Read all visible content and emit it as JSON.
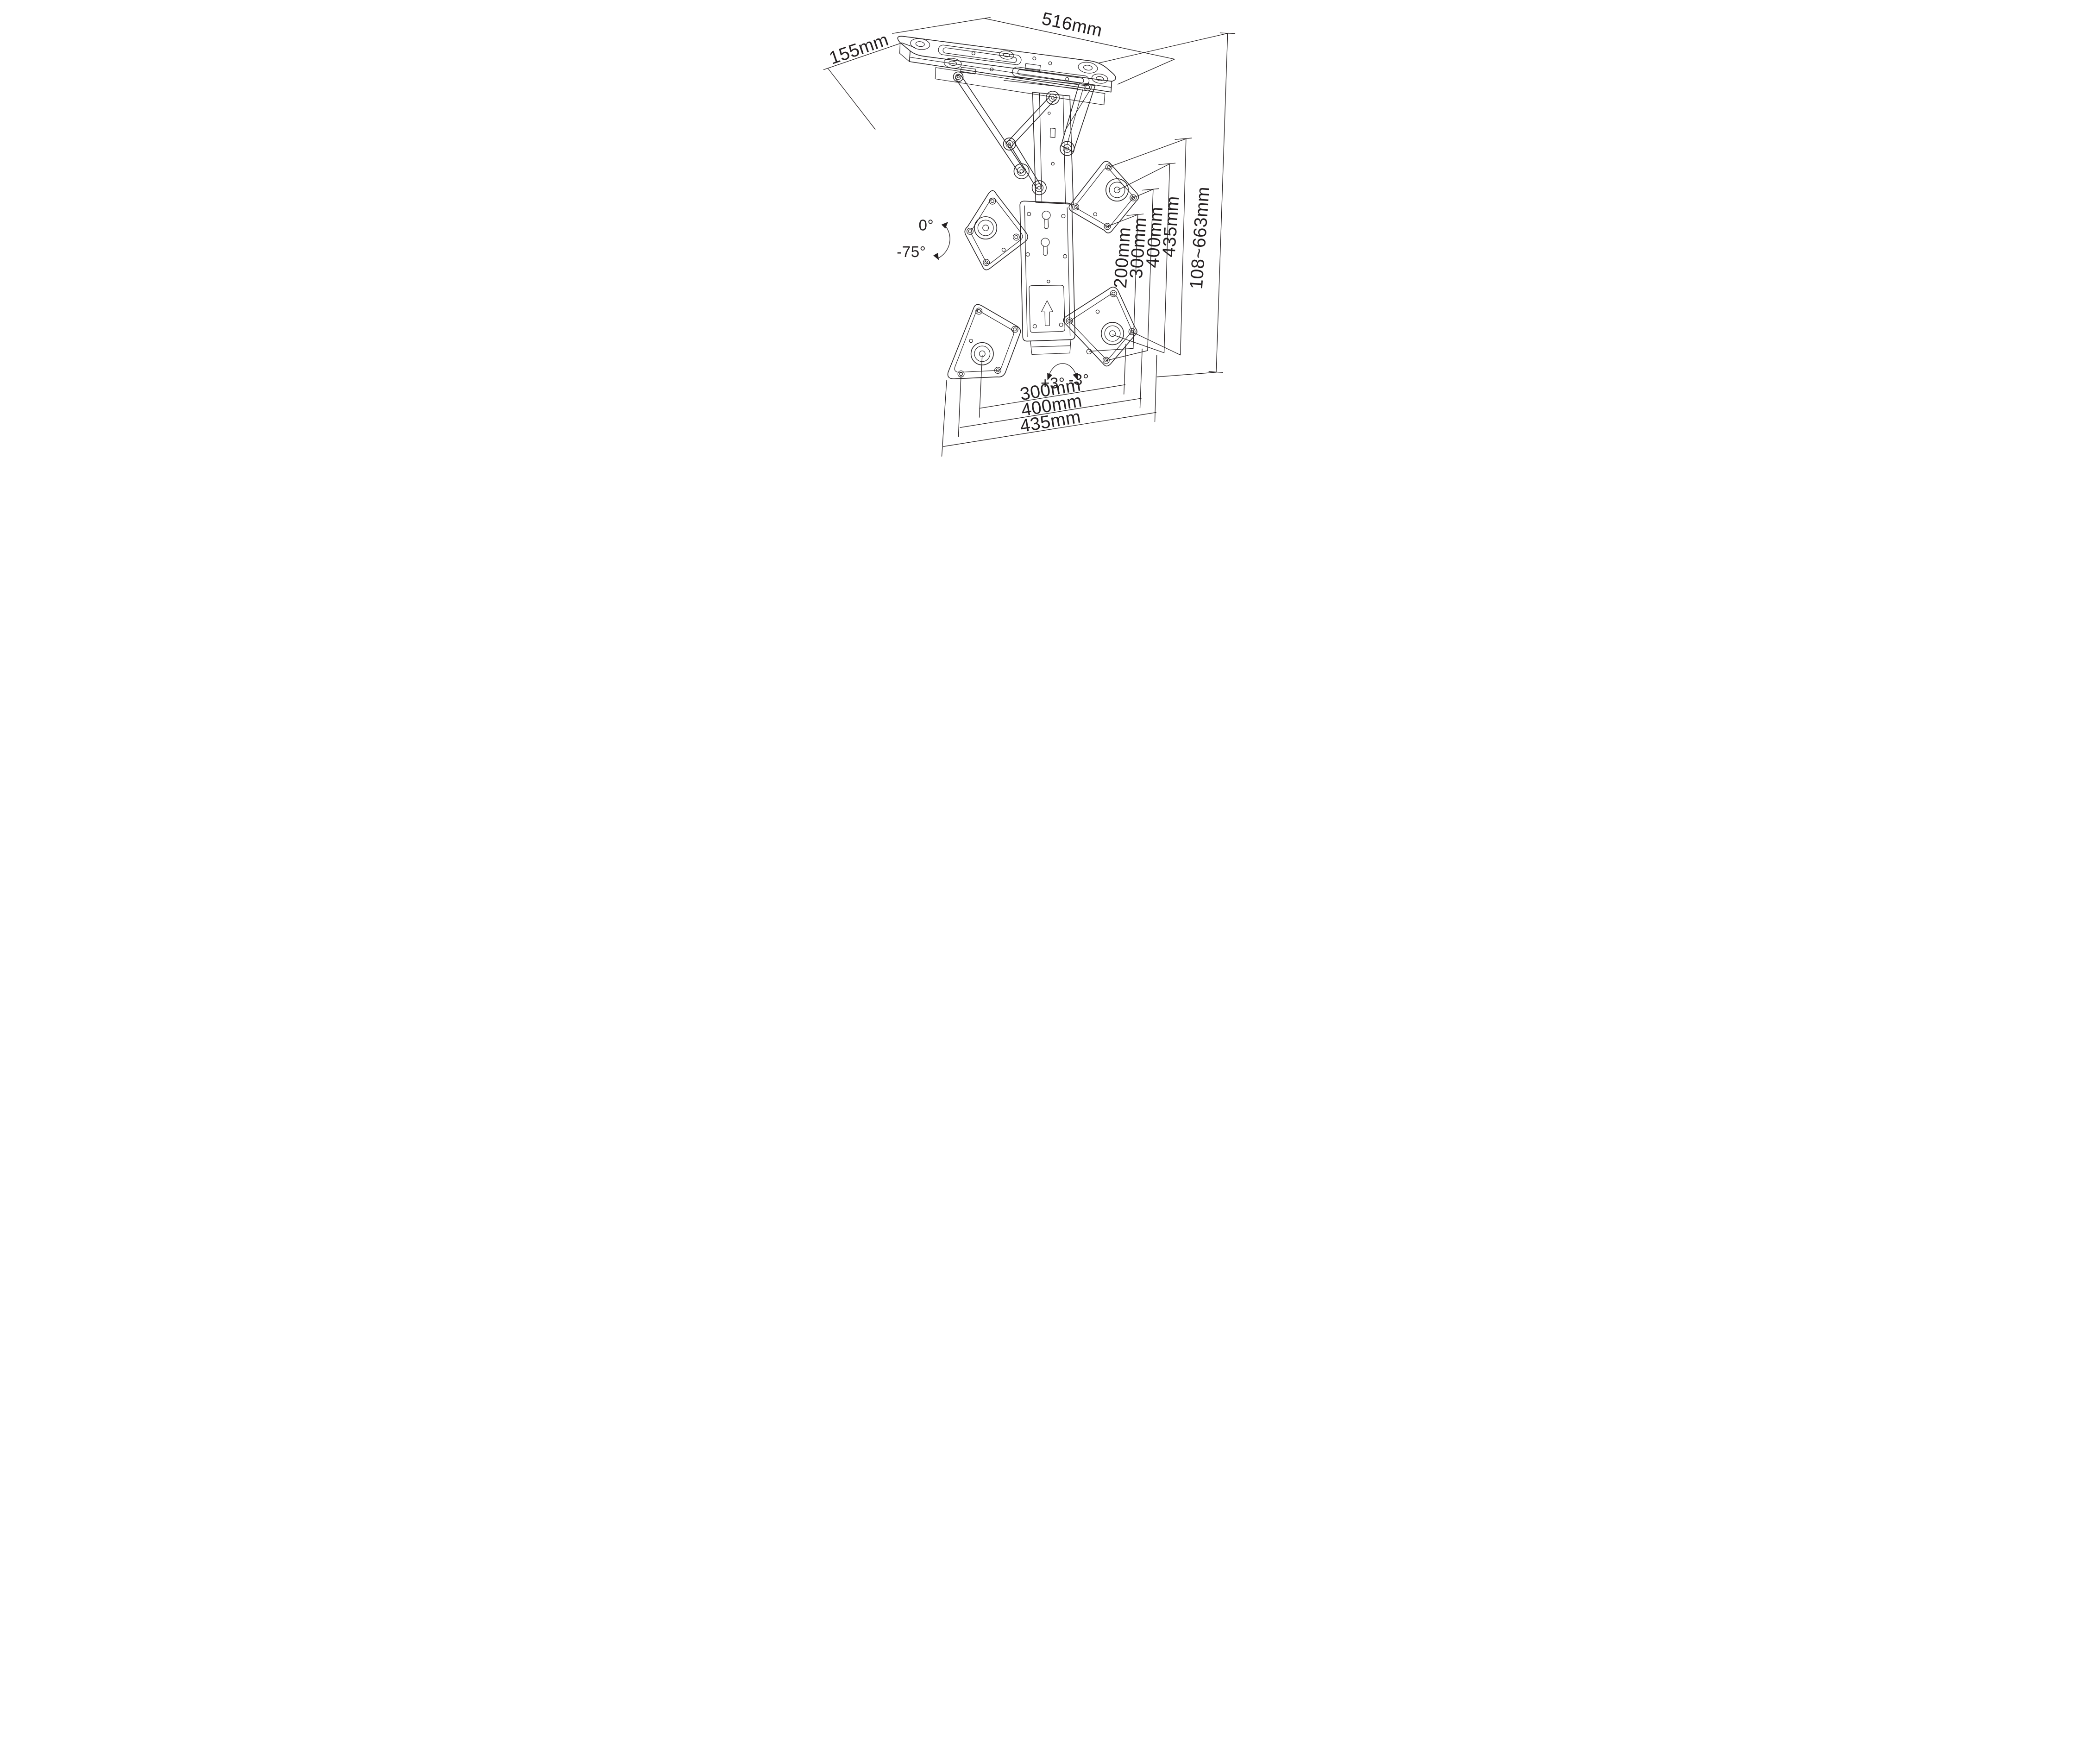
{
  "figure": {
    "kind": "technical-line-drawing",
    "subject": "Motorized ceiling TV mount with fold-down scissor arm and VESA X-adapter",
    "background_color": "#ffffff",
    "line_color": "#231f20"
  },
  "dimensions": {
    "ceiling_plate": {
      "depth": "155mm",
      "width": "516mm"
    },
    "tilt": {
      "from": "0°",
      "to": "-75°"
    },
    "swivel": {
      "left": "+3°",
      "right": "-3°"
    },
    "vesa_vertical": [
      "200mm",
      "300mm",
      "400mm",
      "435mm"
    ],
    "height_range": "108~663mm",
    "bottom_widths": [
      "300mm",
      "400mm",
      "435mm"
    ]
  },
  "icons": {
    "direction_arrow": "up-arrow"
  }
}
